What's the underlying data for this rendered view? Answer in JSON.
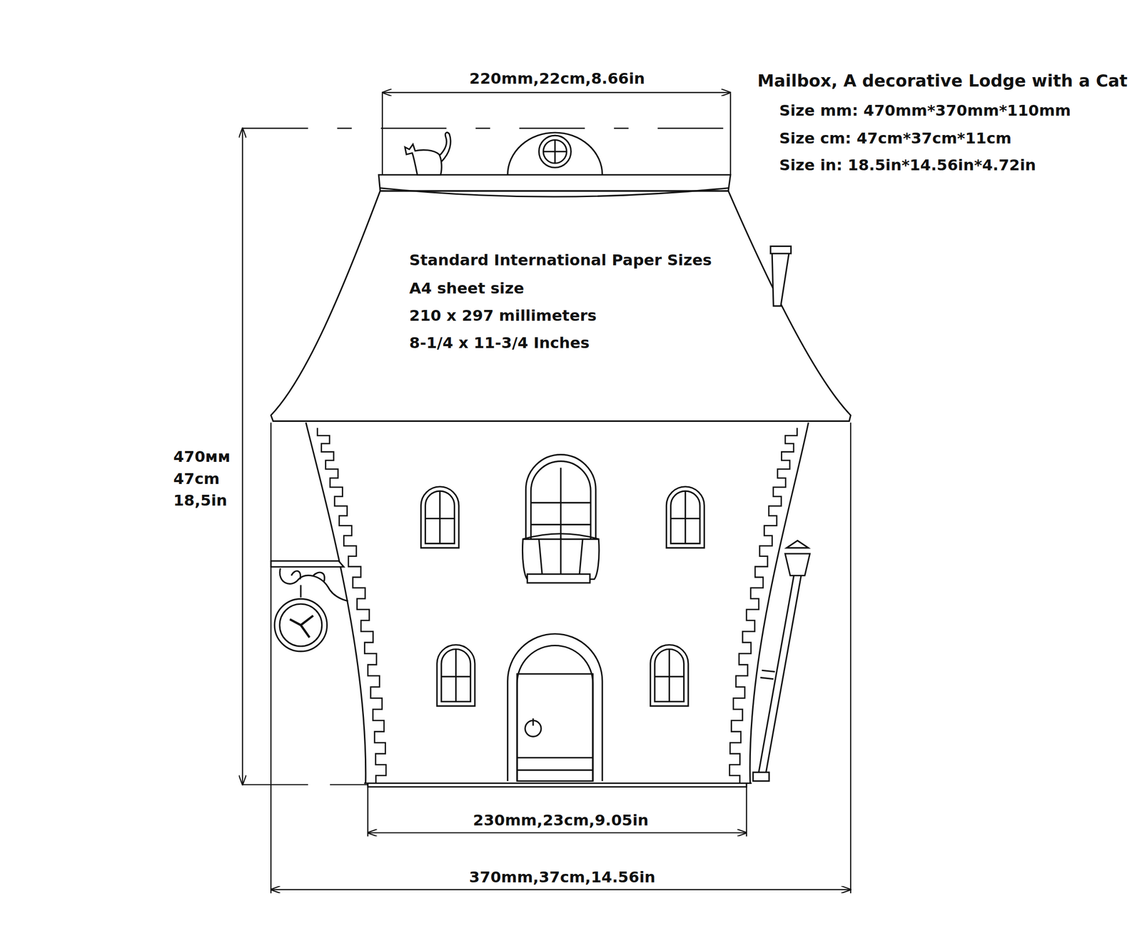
{
  "diagram": {
    "title": "Mailbox, A decorative Lodge with a Cat",
    "labels": [
      "Size mm: 470mm*370mm*110mm",
      "Size cm: 47cm*37cm*11cm",
      "Size in: 18.5in*14.56in*4.72in",
      "220mm,22cm,8.66in",
      "Standard International Paper Sizes",
      "A4 sheet size",
      "210 x 297 millimeters",
      "8-1/4 x 11-3/4 Inches",
      "470мм",
      "47cm",
      "18,5in",
      "230mm,23cm,9.05in",
      "370mm,37cm,14.56in"
    ]
  }
}
